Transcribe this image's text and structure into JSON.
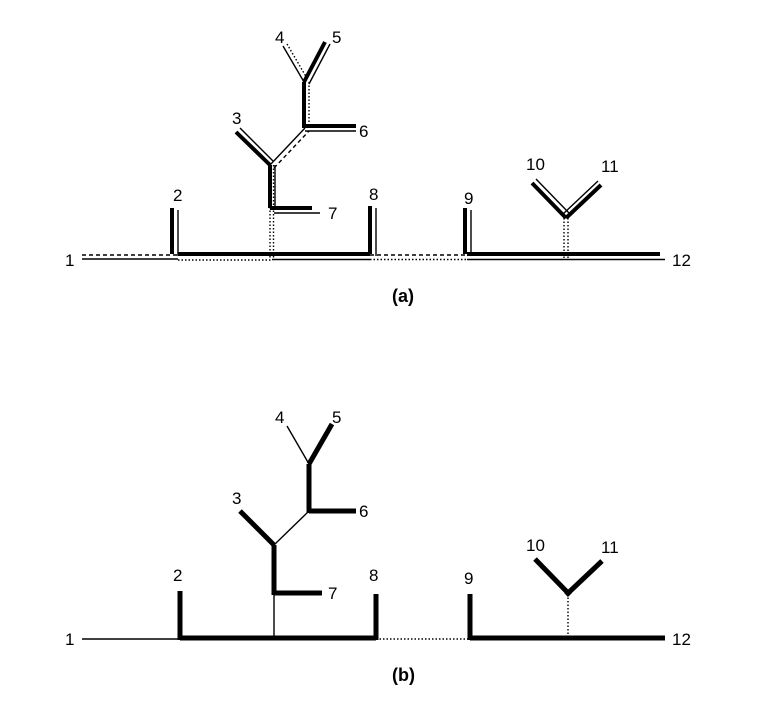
{
  "panels": [
    {
      "id": "a",
      "caption": "(a)",
      "labels": [
        "1",
        "2",
        "3",
        "4",
        "5",
        "6",
        "7",
        "8",
        "9",
        "10",
        "11",
        "12"
      ]
    },
    {
      "id": "b",
      "caption": "(b)",
      "labels": [
        "1",
        "2",
        "3",
        "4",
        "5",
        "6",
        "7",
        "8",
        "9",
        "10",
        "11",
        "12"
      ]
    }
  ],
  "colors": {
    "line": "#000000",
    "background": "#ffffff"
  }
}
